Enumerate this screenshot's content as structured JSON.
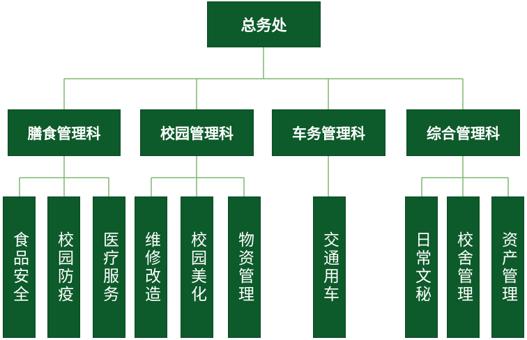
{
  "root": "总务处",
  "departments": [
    {
      "label": "膳食管理科",
      "units": [
        "食品安全",
        "校园防疫",
        "医疗服务"
      ]
    },
    {
      "label": "校园管理科",
      "units": [
        "维修改造",
        "校园美化",
        "物资管理"
      ]
    },
    {
      "label": "车务管理科",
      "units": [
        "交通用车"
      ]
    },
    {
      "label": "综合管理科",
      "units": [
        "日常文秘",
        "校舍管理",
        "资产管理"
      ]
    }
  ],
  "colors": {
    "box": "#0d5a2a",
    "line": "#7bb86f",
    "text": "#ffffff"
  }
}
